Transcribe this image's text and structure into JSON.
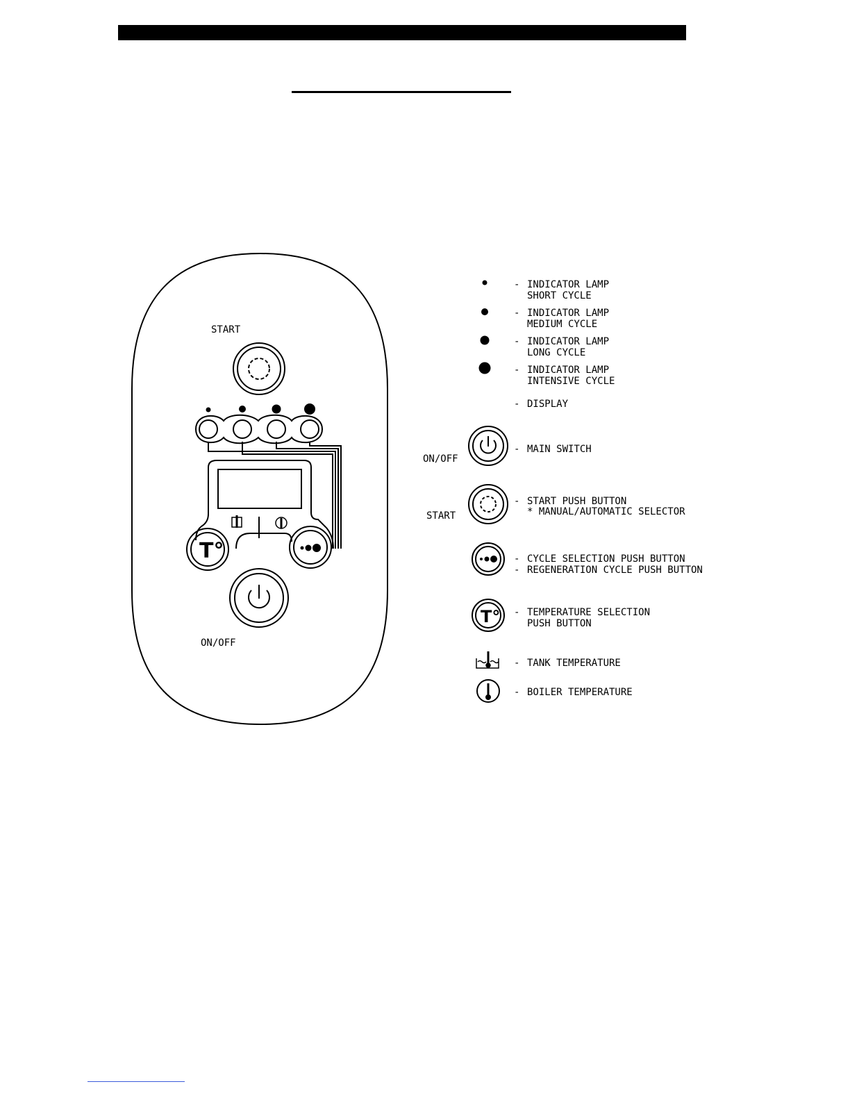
{
  "panel": {
    "start_label": "START",
    "onoff_label": "ON/OFF"
  },
  "legend": [
    {
      "id": "lamp-short",
      "icon": "indicator-dot-small",
      "dash": "-",
      "lines": [
        "INDICATOR LAMP",
        "SHORT CYCLE"
      ]
    },
    {
      "id": "lamp-medium",
      "icon": "indicator-dot-medium",
      "dash": "-",
      "lines": [
        "INDICATOR LAMP",
        "MEDIUM CYCLE"
      ]
    },
    {
      "id": "lamp-long",
      "icon": "indicator-dot-large",
      "dash": "-",
      "lines": [
        "INDICATOR LAMP",
        "LONG CYCLE"
      ]
    },
    {
      "id": "lamp-intensive",
      "icon": "indicator-dot-xlarge",
      "dash": "-",
      "lines": [
        "INDICATOR LAMP",
        "INTENSIVE CYCLE"
      ]
    },
    {
      "id": "display",
      "icon": "",
      "dash": "-",
      "lines": [
        "DISPLAY"
      ]
    },
    {
      "id": "main-switch",
      "icon": "power-icon",
      "side_label": "ON/OFF",
      "dash": "-",
      "lines": [
        "MAIN SWITCH"
      ]
    },
    {
      "id": "start-button",
      "icon": "start-icon",
      "side_label": "START",
      "dash": "-",
      "lines": [
        "START PUSH BUTTON",
        "* MANUAL/AUTOMATIC SELECTOR"
      ]
    },
    {
      "id": "cycle-button",
      "icon": "cycle-dots-icon",
      "dash": "-",
      "lines": [
        "CYCLE SELECTION PUSH BUTTON"
      ],
      "dash2": "-",
      "lines2": [
        "REGENERATION CYCLE PUSH BUTTON"
      ]
    },
    {
      "id": "temp-button",
      "icon": "temperature-icon",
      "dash": "-",
      "lines": [
        "TEMPERATURE SELECTION",
        "PUSH BUTTON"
      ]
    },
    {
      "id": "tank-temp",
      "icon": "tank-thermometer-icon",
      "dash": "-",
      "lines": [
        "TANK TEMPERATURE"
      ]
    },
    {
      "id": "boiler-temp",
      "icon": "boiler-thermometer-icon",
      "dash": "-",
      "lines": [
        "BOILER TEMPERATURE"
      ]
    }
  ],
  "temp_glyph": "T°"
}
